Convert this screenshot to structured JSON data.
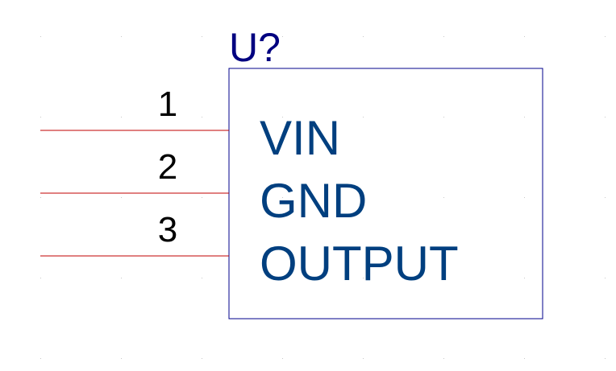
{
  "schematic": {
    "designator": "U?",
    "pins": [
      {
        "number": "1",
        "name": "VIN"
      },
      {
        "number": "2",
        "name": "GND"
      },
      {
        "number": "3",
        "name": "OUTPUT"
      }
    ]
  },
  "colors": {
    "body_outline": "#00008B",
    "designator": "#000080",
    "pin_name": "#003F7F",
    "pin_number": "#000000",
    "pin_line": "#C00000",
    "grid_dot": "#C8C8C8",
    "background": "#FFFFFF"
  }
}
